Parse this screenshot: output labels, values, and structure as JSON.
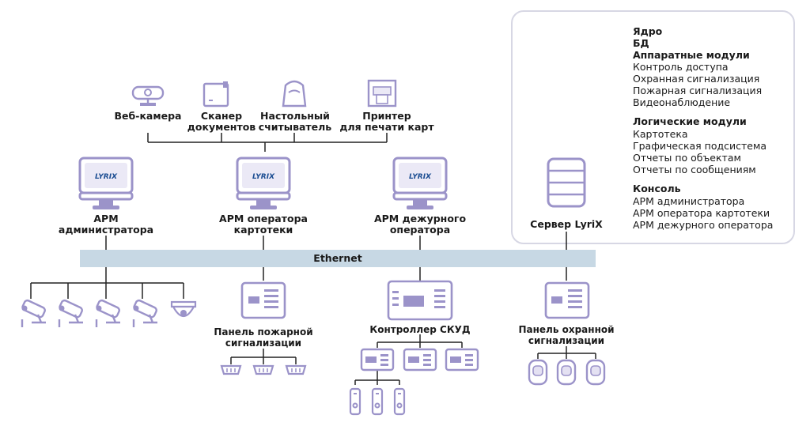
{
  "peripherals": {
    "webcam": "Веб-камера",
    "scanner": [
      "Сканер",
      "документов"
    ],
    "reader": [
      "Настольный",
      "считыватель"
    ],
    "printer": [
      "Принтер",
      "для печати карт"
    ]
  },
  "workstations": {
    "admin": [
      "АРМ",
      "администратора"
    ],
    "cardfile": [
      "АРМ оператора",
      "картотеки"
    ],
    "duty": [
      "АРМ дежурного",
      "оператора"
    ],
    "server": "Сервер LyriX",
    "logo": "LYRIX"
  },
  "network": {
    "ethernet": "Ethernet"
  },
  "devices": {
    "fire_panel": [
      "Панель пожарной",
      "сигнализации"
    ],
    "acs_controller": "Контроллер СКУД",
    "security_panel": [
      "Панель охранной",
      "сигнализации"
    ]
  },
  "modules": {
    "core": "Ядро",
    "db": "БД",
    "hardware_title": "Аппаратные модули",
    "hardware": [
      "Контроль доступа",
      "Охранная сигнализация",
      "Пожарная сигнализация",
      "Видеонаблюдение"
    ],
    "logical_title": "Логические модули",
    "logical": [
      "Картотека",
      "Графическая подсистема",
      "Отчеты по объектам",
      "Отчеты по сообщениям"
    ],
    "console_title": "Консоль",
    "console": [
      "АРМ администратора",
      "АРМ оператора картотеки",
      "АРМ дежурного оператора"
    ]
  },
  "colors": {
    "icon": "#9b93c9",
    "line": "#222222",
    "bus": "#c7d8e4",
    "panel_border": "#d7d7e4",
    "logo_blue": "#1b4d92"
  }
}
